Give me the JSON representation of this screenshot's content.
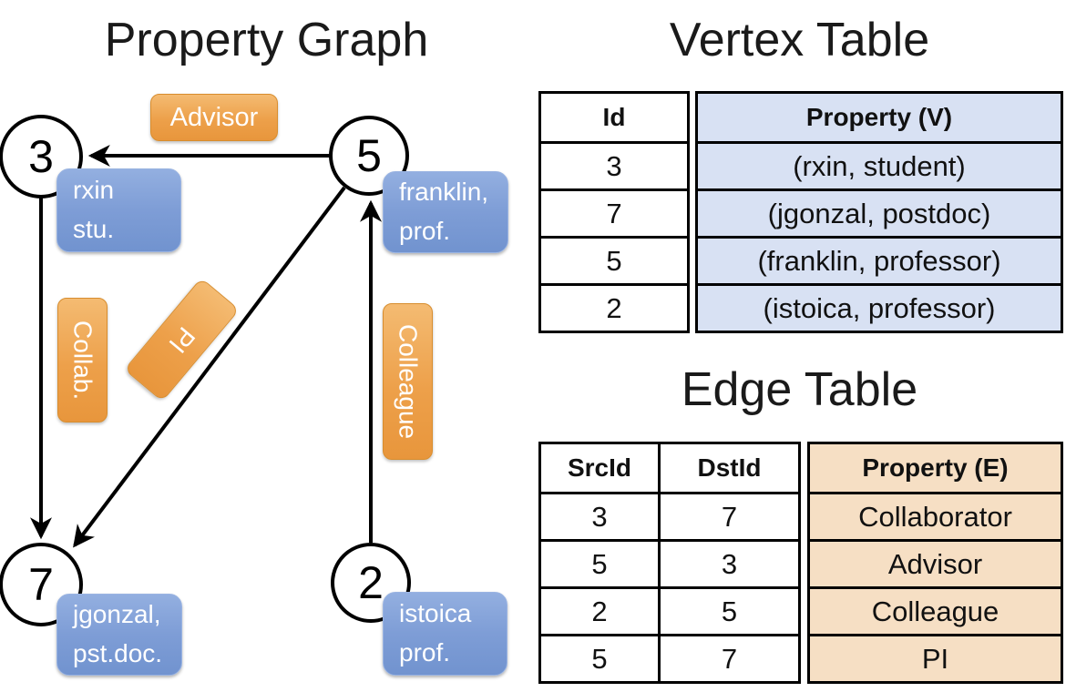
{
  "graph": {
    "title": "Property Graph",
    "nodes": [
      {
        "label": "3"
      },
      {
        "label": "5"
      },
      {
        "label": "7"
      },
      {
        "label": "2"
      }
    ],
    "edge_labels": {
      "advisor": "Advisor",
      "collab": "Collab.",
      "pi": "PI",
      "colleague": "Colleague"
    },
    "vertex_props": {
      "rxin": {
        "line1": "rxin",
        "line2": "stu."
      },
      "franklin": {
        "line1": "franklin,",
        "line2": "prof."
      },
      "jgonzal": {
        "line1": "jgonzal,",
        "line2": "pst.doc."
      },
      "istoica": {
        "line1": "istoica",
        "line2": "prof."
      }
    }
  },
  "vertex_table": {
    "title": "Vertex Table",
    "headers": {
      "id": "Id",
      "property": "Property (V)"
    },
    "id_values": [
      "3",
      "7",
      "5",
      "2"
    ],
    "property_values": [
      "(rxin, student)",
      "(jgonzal, postdoc)",
      "(franklin, professor)",
      "(istoica, professor)"
    ]
  },
  "edge_table": {
    "title": "Edge Table",
    "headers": {
      "src": "SrcId",
      "dst": "DstId",
      "property": "Property (E)"
    },
    "rows": [
      {
        "src": "3",
        "dst": "7",
        "property": "Collaborator"
      },
      {
        "src": "5",
        "dst": "3",
        "property": "Advisor"
      },
      {
        "src": "2",
        "dst": "5",
        "property": "Colleague"
      },
      {
        "src": "5",
        "dst": "7",
        "property": "PI"
      }
    ]
  },
  "colors": {
    "edge_label_fill": "#EDA04A",
    "vertex_prop_fill": "#7E9DD6",
    "vertex_table_fill": "#D8E1F3",
    "edge_table_fill": "#F6DFC4",
    "line": "#000000"
  }
}
